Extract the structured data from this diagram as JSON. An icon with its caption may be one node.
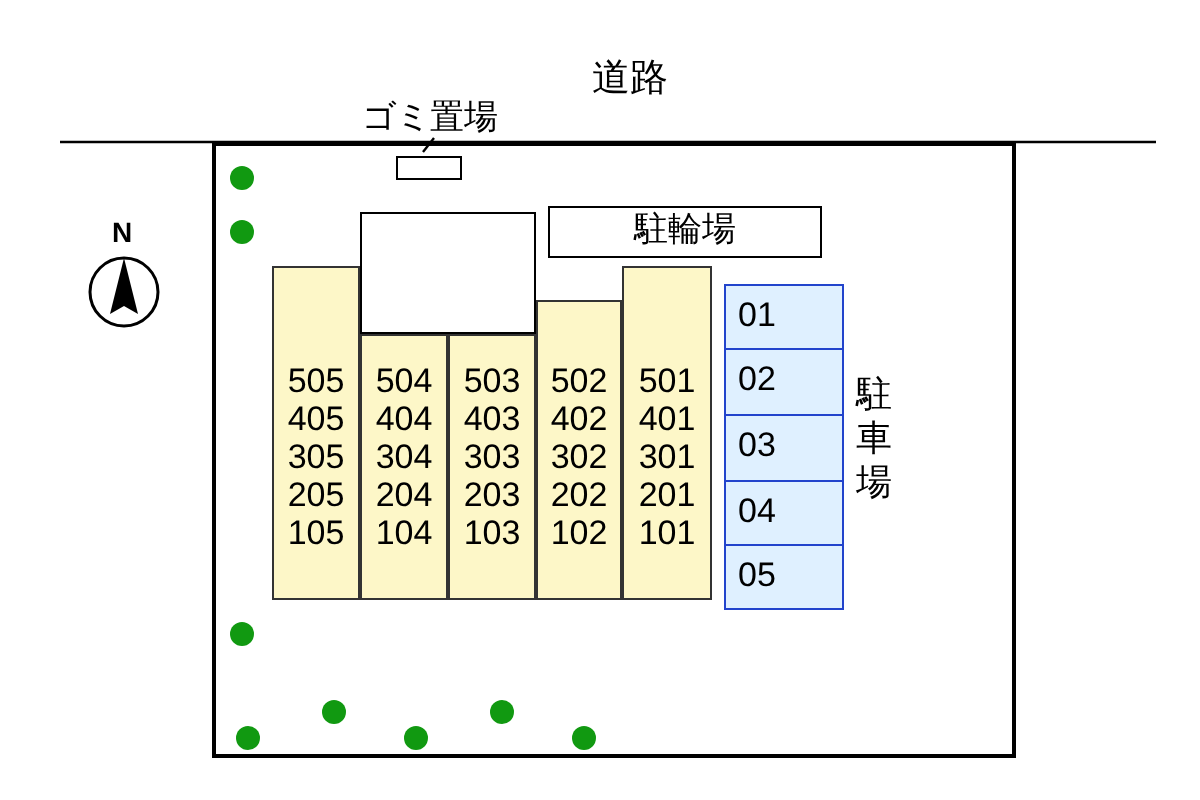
{
  "diagram": {
    "nodes": [
      {
        "text": [
          "ゴミ置場"
        ]
      },
      {
        "text": [],
        "shape": "box"
      },
      {
        "text": [],
        "shape": "box",
        "in": 1
      },
      {
        "text": [
          "駐輪場"
        ],
        "in": 1
      },
      {
        "text": [
          "505",
          "405",
          "305",
          "205",
          "105"
        ],
        "in": 1
      },
      {
        "text": [
          "504",
          "404",
          "304",
          "204",
          "104"
        ],
        "in": 1
      },
      {
        "text": [
          "503",
          "403",
          "303",
          "203",
          "103"
        ],
        "in": 1
      },
      {
        "text": [
          "502",
          "402",
          "302",
          "202",
          "102"
        ],
        "in": 1
      },
      {
        "text": [
          "501",
          "401",
          "301",
          "201",
          "101"
        ],
        "in": 1
      },
      {
        "text": [
          "01"
        ],
        "in": 1
      },
      {
        "text": [
          "02"
        ],
        "in": 1
      },
      {
        "text": [
          "03"
        ],
        "in": 1
      },
      {
        "text": [
          "04"
        ],
        "in": 1
      },
      {
        "text": [
          "05"
        ],
        "in": 1
      },
      {
        "text": [],
        "shape": "box",
        "in": 1
      }
    ],
    "edges": [
      {
        "from": 0,
        "to": 2,
        "arrow": "none"
      }
    ],
    "labels": [
      "道路",
      "N",
      "駐車場"
    ]
  }
}
